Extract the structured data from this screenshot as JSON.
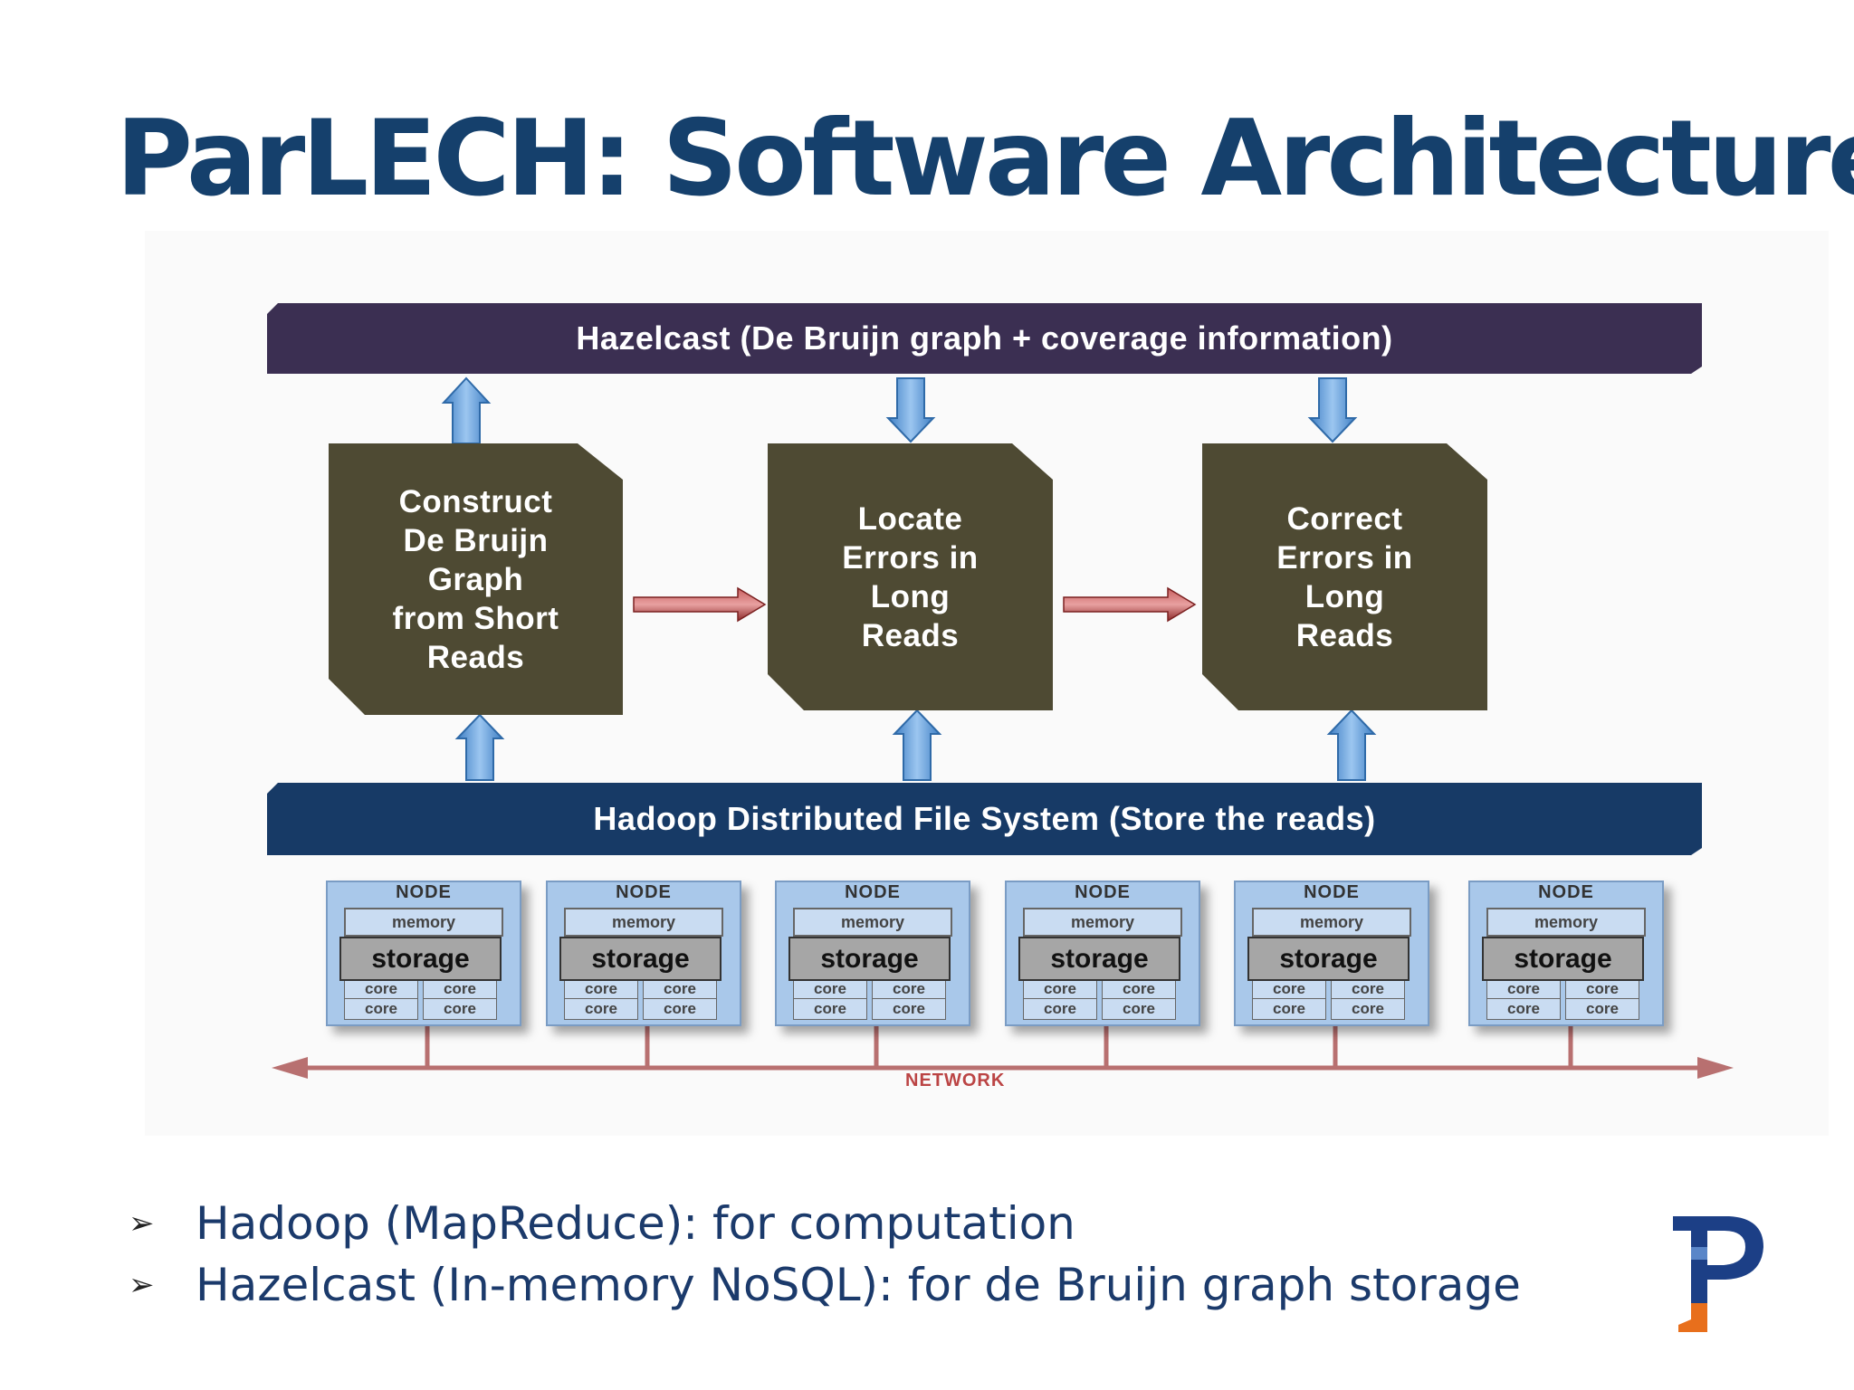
{
  "slide": {
    "title": "ParLECH: Software Architecture"
  },
  "diagram": {
    "hazelcast_bar": "Hazelcast (De Bruijn graph + coverage information)",
    "hadoop_bar": "Hadoop Distributed File System (Store the reads)",
    "steps": [
      {
        "lines": [
          "Construct",
          "De Bruijn",
          "Graph",
          "from Short",
          "Reads"
        ]
      },
      {
        "lines": [
          "Locate",
          "Errors in",
          "Long",
          "Reads"
        ]
      },
      {
        "lines": [
          "Correct",
          "Errors in",
          "Long",
          "Reads"
        ]
      }
    ],
    "node_label": "NODE",
    "memory_label": "memory",
    "storage_label": "storage",
    "core_label": "core",
    "node_count": 6,
    "network_label": "NETWORK",
    "colors": {
      "hazelcast": "#3b2f52",
      "hadoop": "#173a66",
      "step": "#4e4a33",
      "up_arrow": "#5b9bd5",
      "flow_arrow": "#a83a3a",
      "node": "#a9c8ea"
    }
  },
  "bullets": [
    "Hadoop (MapReduce): for computation",
    "Hazelcast (In-memory NoSQL): for de Bruijn graph storage"
  ],
  "bullet_marker": "➢",
  "logo_icon": "parlech-logo-icon"
}
